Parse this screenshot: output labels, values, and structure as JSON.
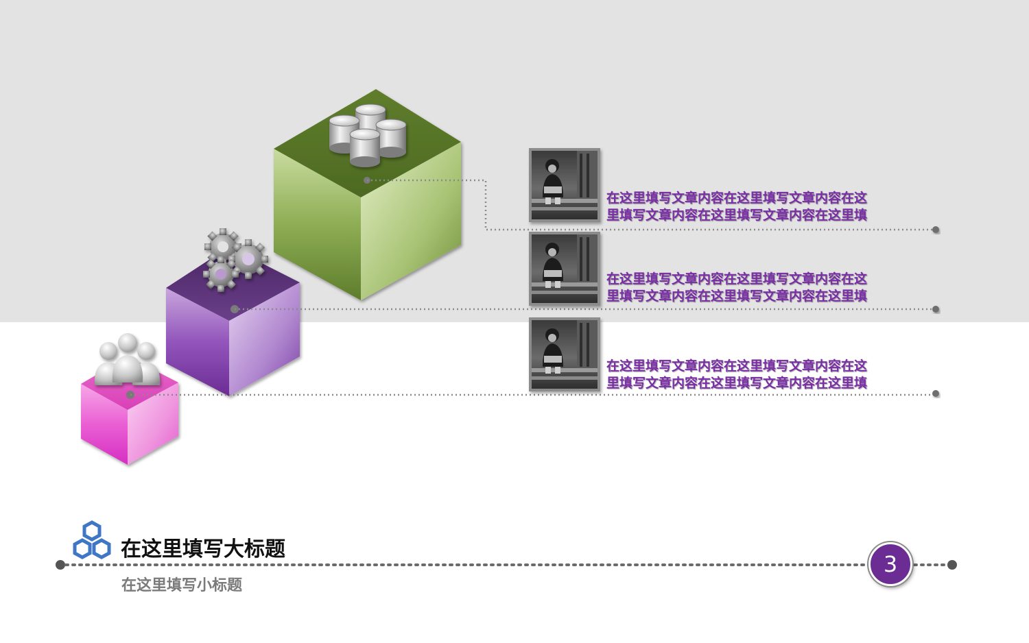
{
  "slide": {
    "title": "在这里填写大标题",
    "subtitle": "在这里填写小标题",
    "page_number": "3"
  },
  "items": [
    {
      "text_line1": "在这里填写文章内容在这里填写文章内容在这",
      "text_line2": "里填写文章内容在这里填写文章内容在这里填",
      "icon": "database-icon",
      "color": "#6f8a34"
    },
    {
      "text_line1": "在这里填写文章内容在这里填写文章内容在这",
      "text_line2": "里填写文章内容在这里填写文章内容在这里填",
      "icon": "gears-icon",
      "color": "#7b3fa3"
    },
    {
      "text_line1": "在这里填写文章内容在这里填写文章内容在这",
      "text_line2": "里填写文章内容在这里填写文章内容在这里填",
      "icon": "people-icon",
      "color": "#e23fc8"
    }
  ],
  "colors": {
    "accent_purple": "#6b2c93",
    "text_purple": "#7a2ea6",
    "background_band": "#e3e3e3",
    "logo_blue": "#3f77c4"
  }
}
